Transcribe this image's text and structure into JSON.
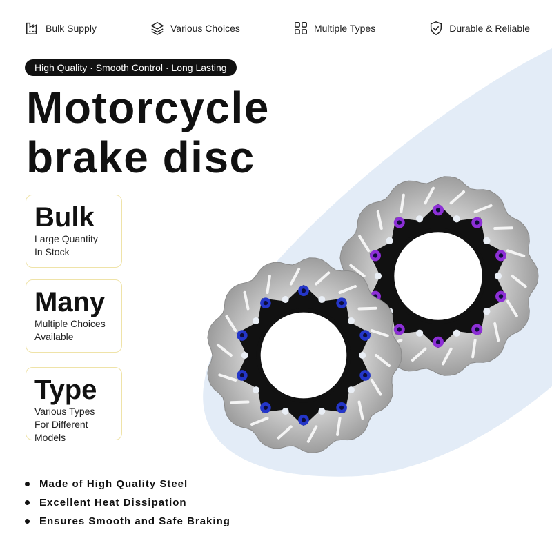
{
  "features": [
    {
      "icon": "factory-icon",
      "label": "Bulk Supply"
    },
    {
      "icon": "layers-icon",
      "label": "Various Choices"
    },
    {
      "icon": "grid-icon",
      "label": "Multiple Types"
    },
    {
      "icon": "shield-check-icon",
      "label": "Durable & Reliable"
    }
  ],
  "tagline": "High Quality · Smooth Control · Long Lasting",
  "headline": {
    "line1": "Motorcycle",
    "line2": "brake disc"
  },
  "cards": [
    {
      "title": "Bulk",
      "line1": "Large Quantity",
      "line2": "In Stock"
    },
    {
      "title": "Many",
      "line1": "Multiple Choices",
      "line2": "Available"
    },
    {
      "title": "Type",
      "line1": "Various Types",
      "line2": "For Different Models"
    }
  ],
  "bullets": [
    "Made of High Quality Steel",
    "Excellent Heat Dissipation",
    "Ensures Smooth and Safe Braking"
  ],
  "colors": {
    "background": "#ffffff",
    "swoosh": "#e3ecf7",
    "card_border": "#efe3a8",
    "disc_steel": "#b8b8b8",
    "carrier": "#111111",
    "bolt_blue": "#2436c9",
    "bolt_purple": "#8d2fd6"
  }
}
